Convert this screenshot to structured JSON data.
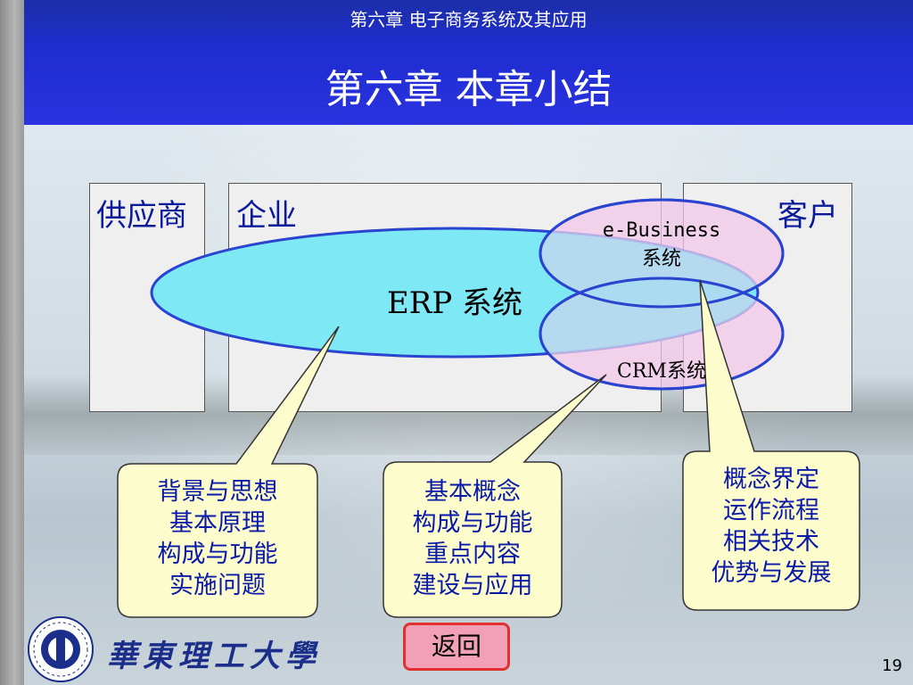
{
  "header": {
    "subtitle": "第六章 电子商务系统及其应用",
    "title": "第六章  本章小结"
  },
  "boxes": {
    "supplier": "供应商",
    "enterprise": "企业",
    "customer": "客户"
  },
  "ovals": {
    "erp": "ERP 系统",
    "ebusiness_line1": "e-Business",
    "ebusiness_line2": "系统",
    "crm": "CRM系统"
  },
  "callouts": {
    "left": [
      "背景与思想",
      "基本原理",
      "构成与功能",
      "实施问题"
    ],
    "middle": [
      "基本概念",
      "构成与功能",
      "重点内容",
      "建设与应用"
    ],
    "right": [
      "概念界定",
      "运作流程",
      "相关技术",
      "优势与发展"
    ]
  },
  "back_button": "返回",
  "footer": {
    "university": "華東理工大學",
    "page_number": "19"
  },
  "colors": {
    "header_blue": "#1f2dd0",
    "erp_fill": "#7ee8f5",
    "ebusiness_fill": "#f3c8e8",
    "callout_fill": "#fdfccc",
    "back_button_fill": "#f2a0b8",
    "back_button_border": "#e03030"
  }
}
